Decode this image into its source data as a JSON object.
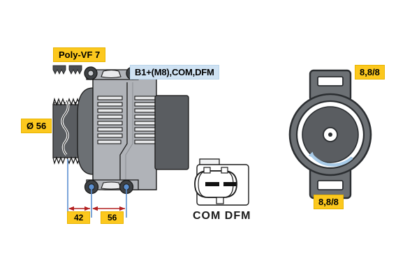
{
  "figure": {
    "title": "Alternator technical dimension drawing",
    "background_color": "#ffffff",
    "label_yellow": "#fcc81e",
    "label_blue": "#cfe2f3",
    "body_gray_light": "#b0b3b8",
    "body_gray_mid": "#8d9196",
    "body_gray_dark": "#5a5d61",
    "outline": "#1a1a1a",
    "dimension_red": "#b32020",
    "extension_blue": "#5b8fd0",
    "rotation_arrow_blue": "#a8cbe8"
  },
  "labels": {
    "belt_profile": "Poly-VF 7",
    "pulley_diameter": "Ø 56",
    "terminals": "B1+(M8),COM,DFM",
    "dim_42": "42",
    "dim_56": "56",
    "bolt_grade_top": "8,8/8",
    "bolt_grade_bottom": "8,8/8",
    "connector_pins": "COM  DFM"
  },
  "views": {
    "side_view": {
      "name": "alternator-side-view",
      "parts": [
        "pulley",
        "drive-end-bracket",
        "stator-housing",
        "slip-ring-cover",
        "mounting-feet"
      ]
    },
    "connector_view": {
      "name": "connector-plug-view",
      "pin_count": 2,
      "pin_labels": [
        "COM",
        "DFM"
      ]
    },
    "front_view": {
      "name": "mounting-bracket-front-view",
      "rotation": "counter-clockwise",
      "slot_count": 2
    }
  },
  "icons": {
    "belt_groove_left": "belt-groove-profile-icon",
    "belt_groove_right": "belt-groove-profile-icon",
    "pulley_thumb": "pulley-thumbnail-icon",
    "rotation_arrow": "rotation-arrow-icon"
  },
  "dimensions": {
    "chain": [
      {
        "label": "42",
        "from": "pulley-centre",
        "to": "front-foot-centre"
      },
      {
        "label": "56",
        "from": "front-foot-centre",
        "to": "rear-foot-centre"
      }
    ]
  }
}
